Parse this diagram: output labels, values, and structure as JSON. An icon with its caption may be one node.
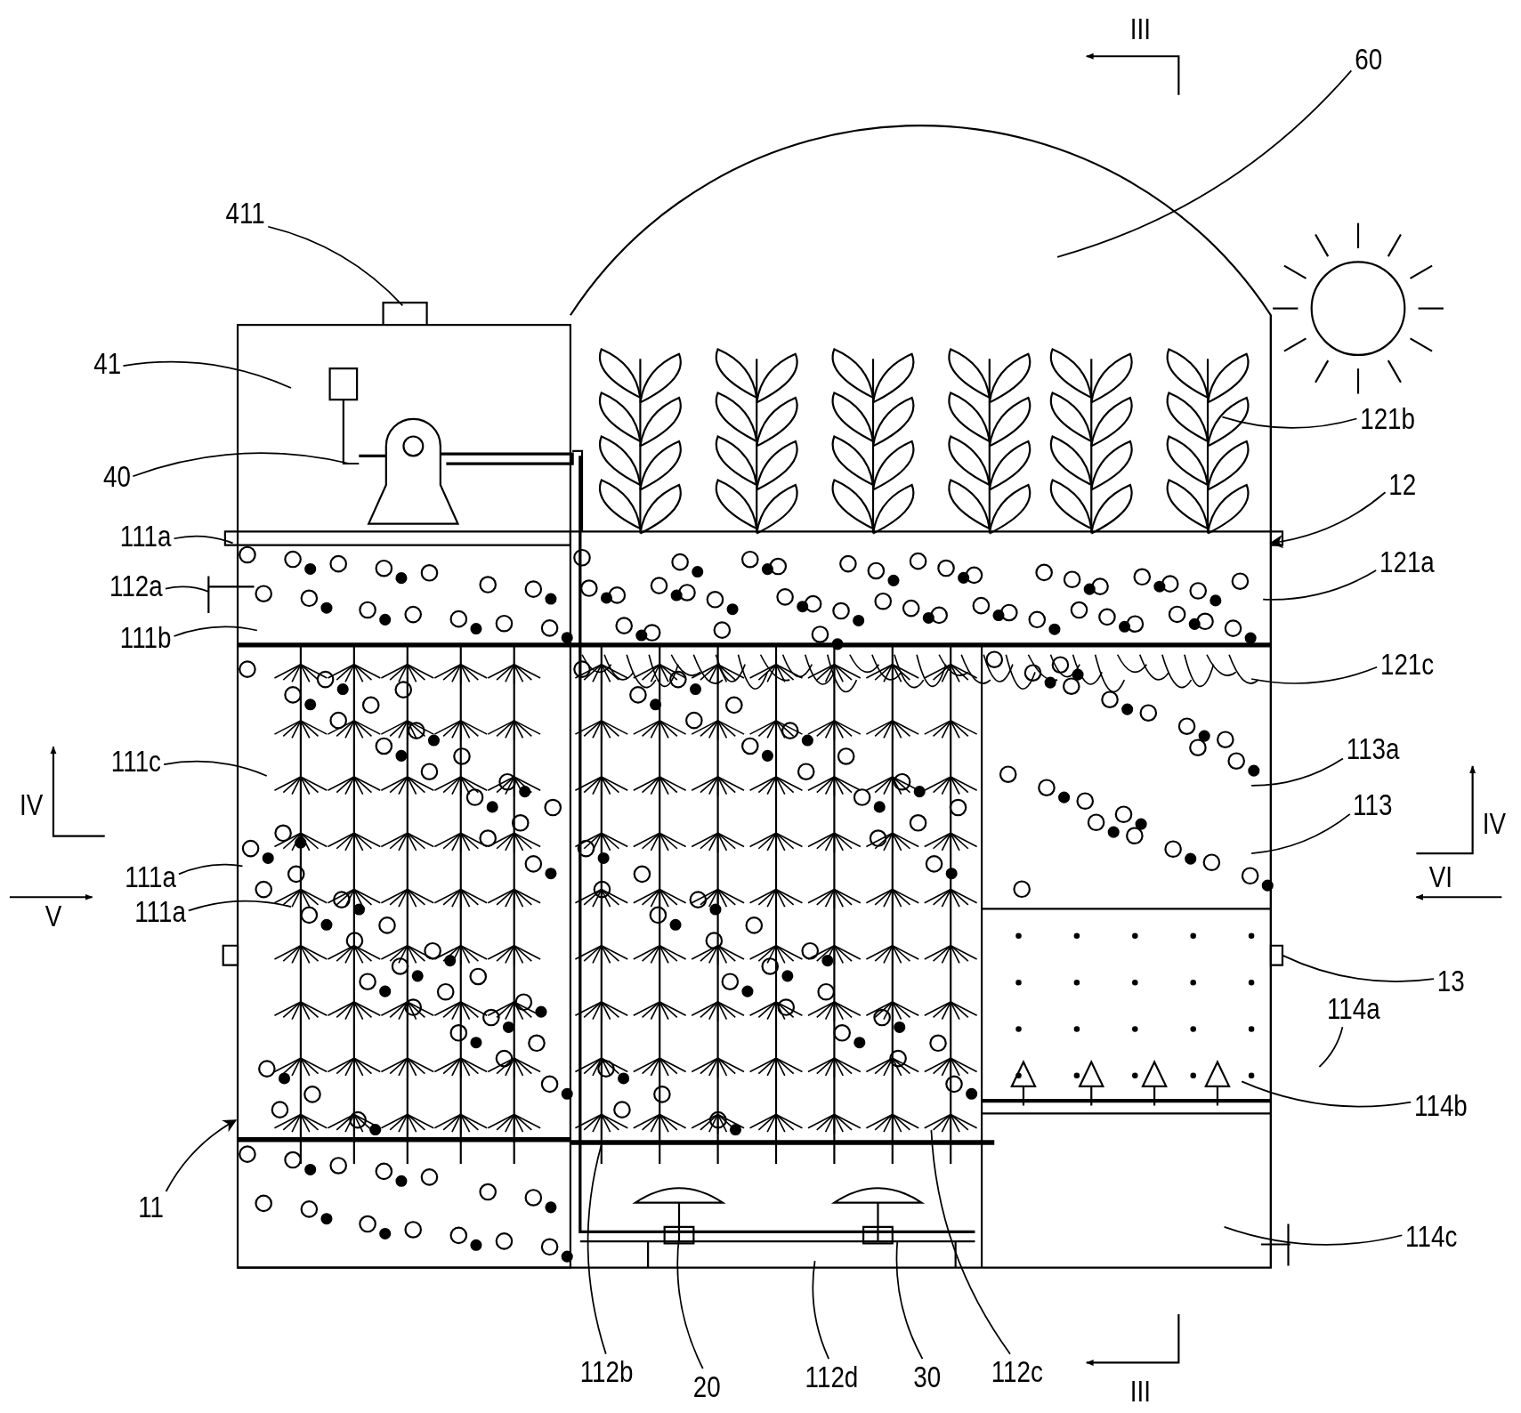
{
  "diagram": {
    "nodes": [
      {
        "text": [
          "60"
        ]
      },
      {
        "text": [
          "411"
        ]
      },
      {
        "text": [
          "41"
        ]
      },
      {
        "text": [
          "40"
        ]
      },
      {
        "text": [
          "111a"
        ]
      },
      {
        "text": [
          "112a"
        ]
      },
      {
        "text": [
          "111b"
        ]
      },
      {
        "text": [
          "111c"
        ]
      },
      {
        "text": [
          "111a"
        ]
      },
      {
        "text": [
          "111a"
        ]
      },
      {
        "text": [
          "11"
        ]
      },
      {
        "text": [
          "112b"
        ]
      },
      {
        "text": [
          "20"
        ]
      },
      {
        "text": [
          "112d"
        ]
      },
      {
        "text": [
          "30"
        ]
      },
      {
        "text": [
          "112c"
        ]
      },
      {
        "text": [
          "114c"
        ]
      },
      {
        "text": [
          "114b"
        ]
      },
      {
        "text": [
          "114a"
        ]
      },
      {
        "text": [
          "13"
        ]
      },
      {
        "text": [
          "113"
        ]
      },
      {
        "text": [
          "113a"
        ]
      },
      {
        "text": [
          "121c"
        ]
      },
      {
        "text": [
          "121a"
        ]
      },
      {
        "text": [
          "12"
        ]
      },
      {
        "text": [
          "121b"
        ]
      }
    ],
    "edges": [
      {
        "from": 0,
        "to": null,
        "arrow": "none"
      },
      {
        "from": 1,
        "to": null,
        "arrow": "none"
      },
      {
        "from": 2,
        "to": null,
        "arrow": "none"
      },
      {
        "from": 3,
        "to": null,
        "arrow": "none"
      },
      {
        "from": 4,
        "to": null,
        "arrow": "none"
      },
      {
        "from": 5,
        "to": null,
        "arrow": "none"
      },
      {
        "from": 6,
        "to": null,
        "arrow": "none"
      },
      {
        "from": 7,
        "to": null,
        "arrow": "none"
      },
      {
        "from": 8,
        "to": null,
        "arrow": "none"
      },
      {
        "from": 9,
        "to": null,
        "arrow": "none"
      },
      {
        "from": 10,
        "to": null,
        "arrow": "to"
      },
      {
        "from": 11,
        "to": null,
        "arrow": "none"
      },
      {
        "from": 12,
        "to": null,
        "arrow": "none"
      },
      {
        "from": 13,
        "to": null,
        "arrow": "none"
      },
      {
        "from": 14,
        "to": null,
        "arrow": "none"
      },
      {
        "from": 15,
        "to": null,
        "arrow": "none"
      },
      {
        "from": 16,
        "to": null,
        "arrow": "none"
      },
      {
        "from": 17,
        "to": null,
        "arrow": "none"
      },
      {
        "from": 18,
        "to": null,
        "arrow": "none"
      },
      {
        "from": 19,
        "to": null,
        "arrow": "none"
      },
      {
        "from": 20,
        "to": null,
        "arrow": "none"
      },
      {
        "from": 21,
        "to": null,
        "arrow": "none"
      },
      {
        "from": 22,
        "to": null,
        "arrow": "none"
      },
      {
        "from": 23,
        "to": null,
        "arrow": "none"
      },
      {
        "from": 24,
        "to": null,
        "arrow": "to"
      },
      {
        "from": 25,
        "to": null,
        "arrow": "none"
      }
    ],
    "labels": [
      "III",
      "IV",
      "V",
      "IV",
      "VI",
      "III"
    ]
  }
}
